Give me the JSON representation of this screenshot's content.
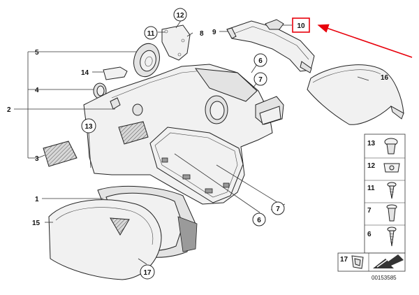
{
  "callouts": {
    "c1": "1",
    "c2": "2",
    "c3": "3",
    "c4": "4",
    "c5": "5",
    "c6a": "6",
    "c6b": "6",
    "c7a": "7",
    "c7b": "7",
    "c8": "8",
    "c9": "9",
    "c10": "10",
    "c11": "11",
    "c12": "12",
    "c13a": "13",
    "c14": "14",
    "c15": "15",
    "c16": "16",
    "c17a": "17"
  },
  "legend": {
    "items": [
      {
        "num": "13",
        "icon": "clip-icon"
      },
      {
        "num": "12",
        "icon": "nut-clip-icon"
      },
      {
        "num": "11",
        "icon": "screw-icon"
      },
      {
        "num": "7",
        "icon": "expanding-rivet-icon"
      },
      {
        "num": "6",
        "icon": "tapping-screw-icon"
      },
      {
        "num": "17",
        "icon": "clip-bracket-icon"
      }
    ]
  },
  "reference_number": "00153585",
  "colors": {
    "highlight": "#e8000b",
    "line": "#222222"
  }
}
